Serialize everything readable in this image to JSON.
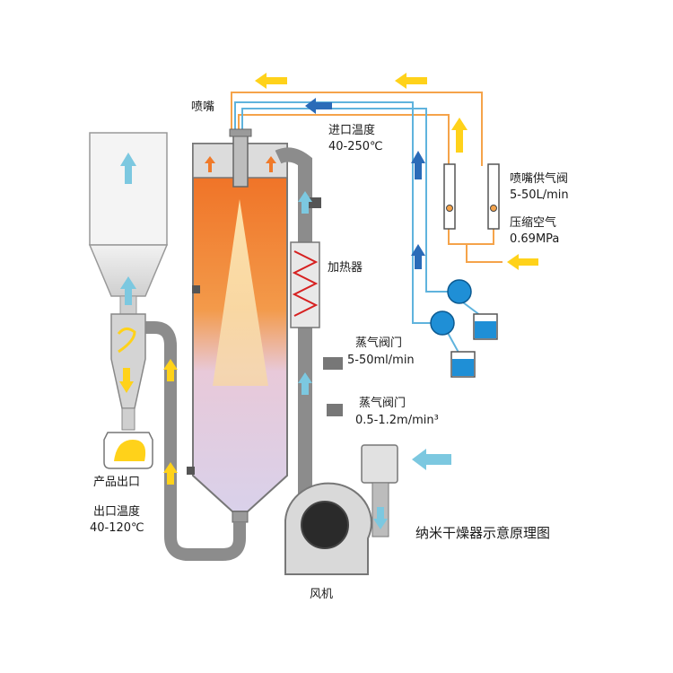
{
  "labels": {
    "nozzle": "喷嘴",
    "inlet_temp_title": "进口温度",
    "inlet_temp_value": "40-250℃",
    "nozzle_air_valve_title": "喷嘴供气阀",
    "nozzle_air_valve_value": "5-50L/min",
    "compressed_air_title": "压缩空气",
    "compressed_air_value": "0.69MPa",
    "heater": "加热器",
    "steam_valve_1_title": "蒸气阀门",
    "steam_valve_1_value": "5-50ml/min",
    "steam_valve_2_title": "蒸气阀门",
    "steam_valve_2_value": "0.5-1.2m/min³",
    "product_outlet": "产品出口",
    "outlet_temp_title": "出口温度",
    "outlet_temp_value": "40-120℃",
    "fan": "风机",
    "diagram_title": "纳米干燥器示意原理图"
  },
  "colors": {
    "orange_line": "#f5a34a",
    "blue_line": "#5fb3dd",
    "arrow_yellow": "#ffd21a",
    "arrow_blue": "#2a6bb8",
    "arrow_cyan": "#7cc8e0",
    "pipe_gray": "#8c8c8c",
    "chamber_orange": "#f07a2a",
    "chamber_lilac": "#dcd2ea"
  }
}
